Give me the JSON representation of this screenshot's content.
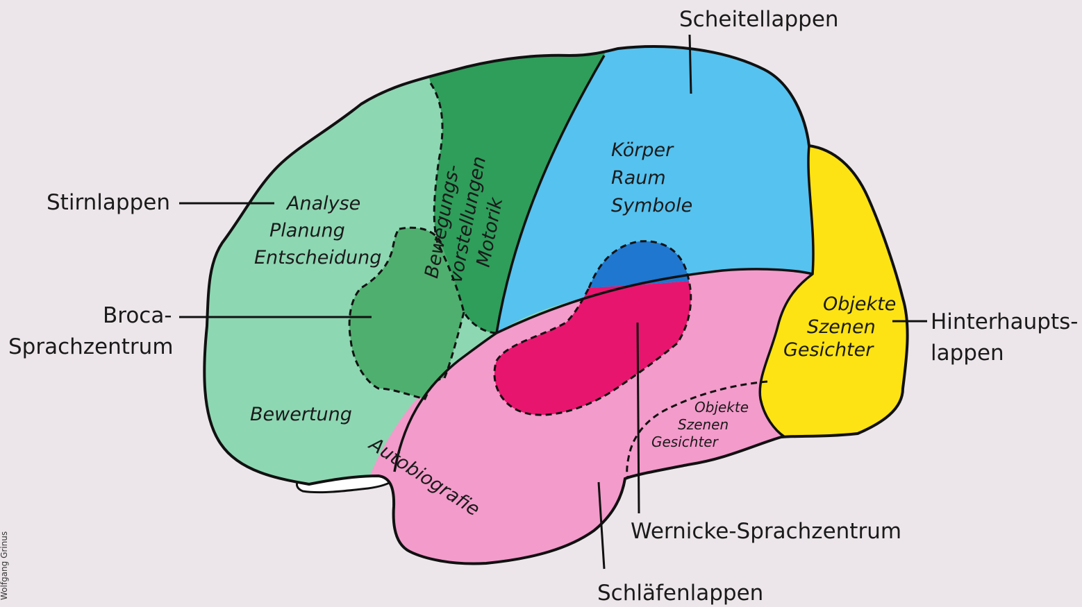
{
  "labels": {
    "scheitellappen": "Scheitellappen",
    "stirnlappen": "Stirnlappen",
    "broca_1": "Broca-",
    "broca_2": "Sprachzentrum",
    "hinterhaupt_1": "Hinterhaupts-",
    "hinterhaupt_2": "lappen",
    "wernicke": "Wernicke-Sprachzentrum",
    "schlaefenlappen": "Schläfenlappen"
  },
  "regions": {
    "frontal": [
      "Analyse",
      "Planung",
      "Entscheidung"
    ],
    "frontal_lower": "Bewertung",
    "motor": [
      "Bewegungs-",
      "vorstellungen",
      "Motorik"
    ],
    "parietal": [
      "Körper",
      "Raum",
      "Symbole"
    ],
    "occipital": [
      "Objekte",
      "Szenen",
      "Gesichter"
    ],
    "temporal_sub": [
      "Objekte",
      "Szenen",
      "Gesichter"
    ],
    "temporal_arc": "Autobiografie"
  },
  "credit": "Wolfgang Grinus",
  "colors": {
    "frontal": "#8ed7b3",
    "broca": "#4faf6f",
    "motor": "#2e9e5a",
    "parietal": "#56c2ef",
    "parietal_overlap": "#1f77cf",
    "temporal": "#f39bcb",
    "wernicke": "#e8156e",
    "occipital": "#fde314",
    "background": "#ece6ea"
  }
}
